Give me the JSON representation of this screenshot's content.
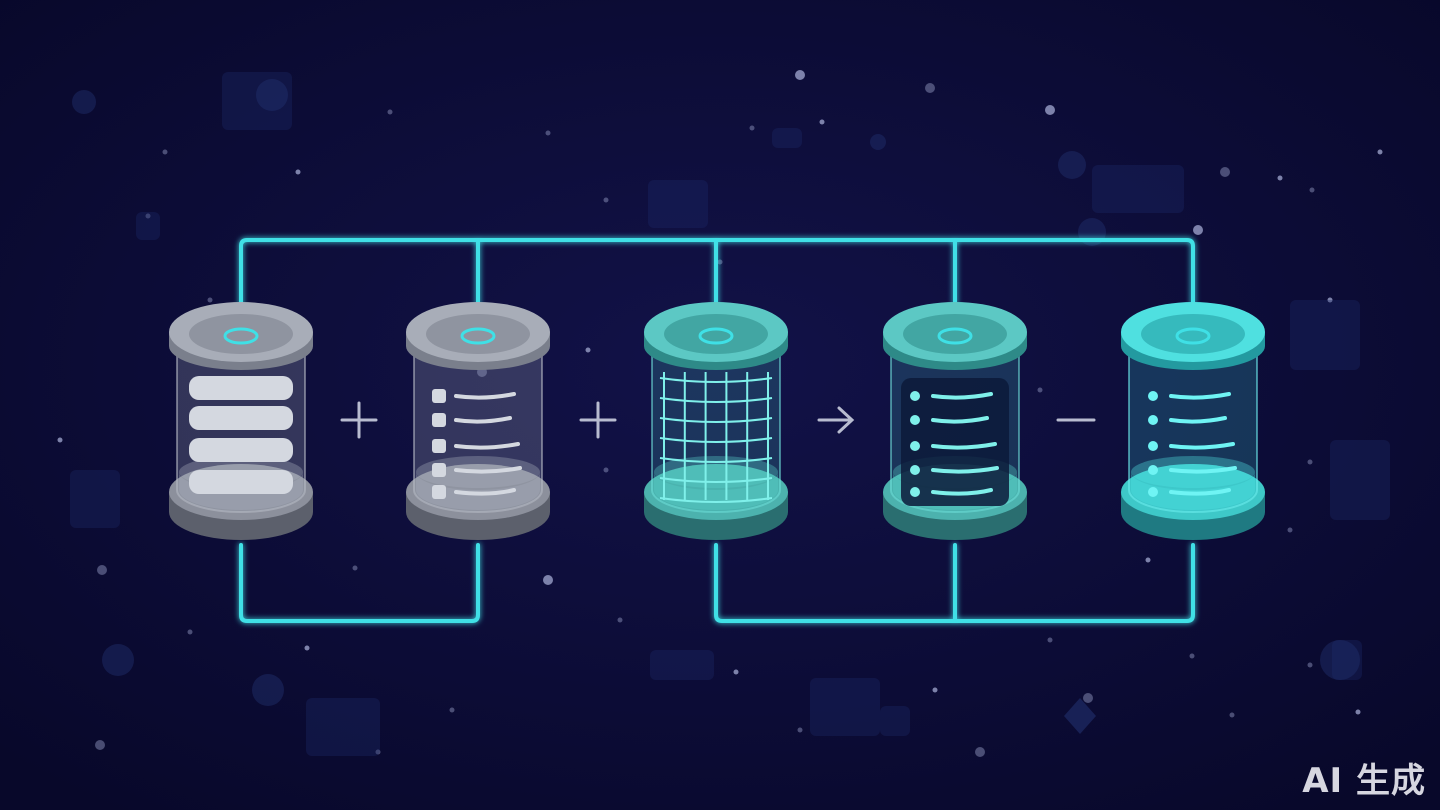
{
  "watermark": {
    "text": "AI 生成"
  },
  "diagram": {
    "cylinders": [
      {
        "id": "raw-storage",
        "theme": "gray",
        "content": "stacked-slabs-icon"
      },
      {
        "id": "list-storage",
        "theme": "gray",
        "content": "bullet-list-icon"
      },
      {
        "id": "grid-storage",
        "theme": "teal",
        "content": "grid-mesh-icon"
      },
      {
        "id": "list-output-a",
        "theme": "teal",
        "content": "bullet-list-icon"
      },
      {
        "id": "list-output-b",
        "theme": "cyan",
        "content": "bullet-list-icon"
      }
    ],
    "operators": [
      {
        "symbol": "plus-icon"
      },
      {
        "symbol": "plus-icon"
      },
      {
        "symbol": "arrow-right-icon"
      },
      {
        "symbol": "minus-icon"
      }
    ],
    "colors": {
      "background": "#0b0b33",
      "connector": "#3fe0e6",
      "gray_cap": "#a8adb8",
      "teal_cap": "#5cc8c4",
      "cyan_cap": "#4fe0e0"
    }
  }
}
